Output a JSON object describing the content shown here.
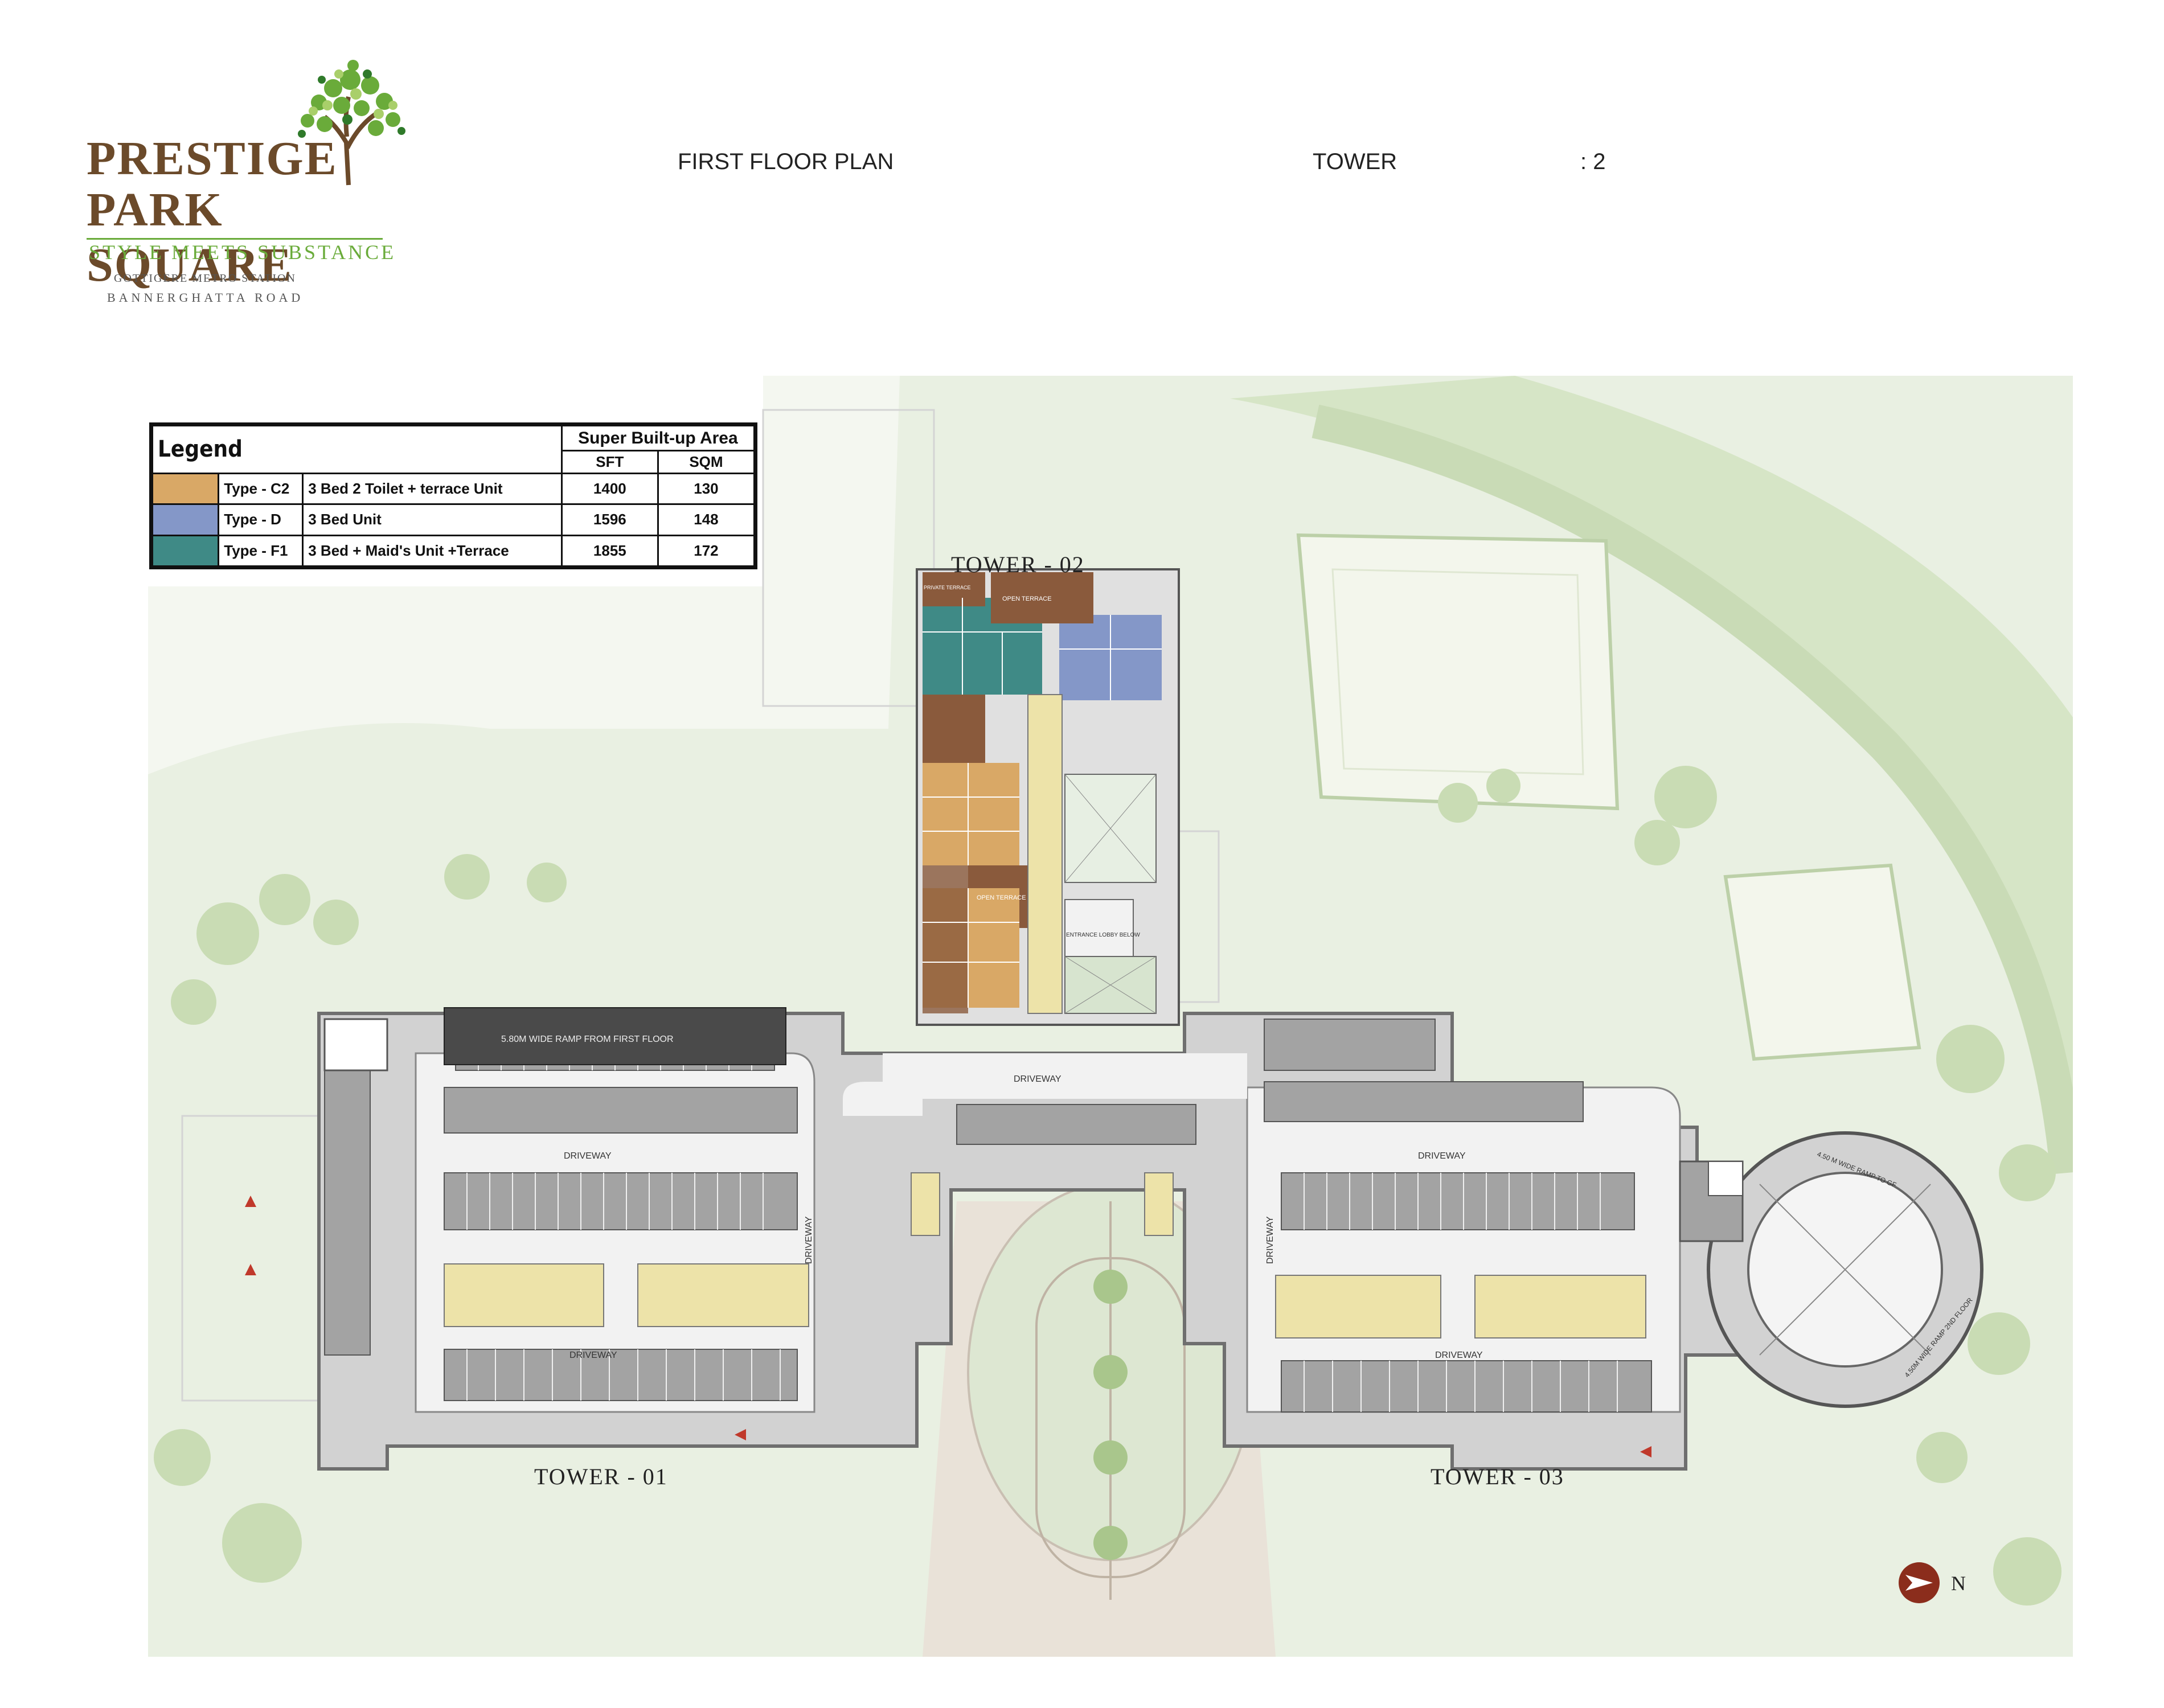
{
  "brand": {
    "name_line1": "PRESTIGE",
    "name_line2": "PARK SQUARE",
    "tagline": "STYLE MEETS SUBSTANCE",
    "location_line1": "GOTTIGERE METRO STATION",
    "location_line2": "BANNERGHATTA ROAD",
    "logo_icon": "tree-icon"
  },
  "header": {
    "plan_title": "FIRST FLOOR PLAN",
    "tower_label": "TOWER",
    "tower_value": ": 2"
  },
  "legend": {
    "title": "Legend",
    "area_header": "Super Built-up Area",
    "col_sft": "SFT",
    "col_sqm": "SQM",
    "rows": [
      {
        "type": "Type - C2",
        "desc": "3 Bed 2 Toilet + terrace Unit",
        "sft": "1400",
        "sqm": "130",
        "color": "#d9a866"
      },
      {
        "type": "Type - D",
        "desc": "3 Bed Unit",
        "sft": "1596",
        "sqm": "148",
        "color": "#8497c8"
      },
      {
        "type": "Type - F1",
        "desc": "3 Bed + Maid's Unit +Terrace",
        "sft": "1855",
        "sqm": "172",
        "color": "#3f8a86"
      }
    ]
  },
  "plan": {
    "tower_02": "TOWER - 02",
    "tower_01": "TOWER - 01",
    "tower_03": "TOWER - 03",
    "driveway": "DRIVEWAY",
    "ramp_first_floor": "5.80M WIDE RAMP FROM FIRST FLOOR",
    "ramp_gf": "4.50 M WIDE RAMP TO GF",
    "ramp_2nd": "4.50M WIDE RAMP 2ND FLOOR",
    "entrance_lobby": "ENTRANCE LOBBY BELOW",
    "open_terrace": "OPEN TERRACE",
    "private_terrace": "PRIVATE TERRACE",
    "north": "N",
    "north_icon": "north-arrow-icon"
  },
  "colors": {
    "brand_brown": "#6b4a2a",
    "brand_green": "#6aab3a",
    "type_c2": "#d9a866",
    "type_d": "#8497c8",
    "type_f1": "#3f8a86",
    "terrace": "#8a5a3c",
    "parking_grey": "#a3a3a3",
    "landscape_green": "#e2ecd8",
    "accent_red": "#8b2d1c"
  }
}
